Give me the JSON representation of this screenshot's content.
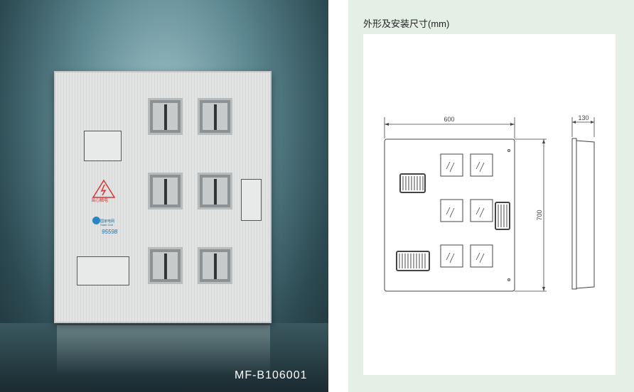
{
  "photo": {
    "model": "MF-B106001",
    "warning_text": "当心触电",
    "brand": "国家电网",
    "brand_en": "State Grid",
    "hotline": "95598"
  },
  "drawing": {
    "title": "外形及安装尺寸(mm)",
    "width_label": "600",
    "height_label": "700",
    "depth_label": "130"
  }
}
